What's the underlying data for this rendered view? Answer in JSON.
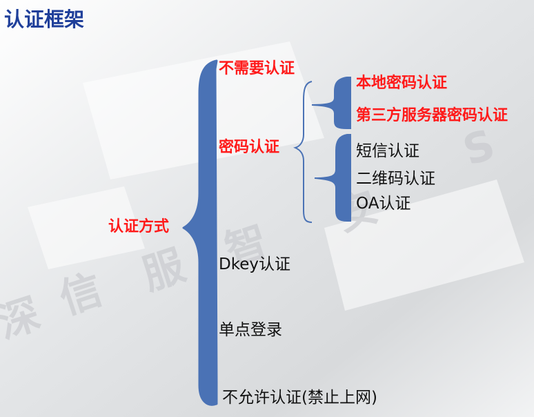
{
  "title": "认证框架",
  "colors": {
    "accent_red": "#ff1a1a",
    "title_blue": "#1f3f9a",
    "brace_blue": "#4a72b5"
  },
  "root": "认证方式",
  "level1": {
    "none": "不需要认证",
    "password": "密码认证",
    "dkey": "Dkey认证",
    "sso": "单点登录",
    "forbid": "不允许认证(禁止上网)"
  },
  "password_methods": {
    "local": "本地密码认证",
    "third_party": "第三方服务器密码认证",
    "sms": "短信认证",
    "qrcode": "二维码认证",
    "oa": "OA认证"
  }
}
